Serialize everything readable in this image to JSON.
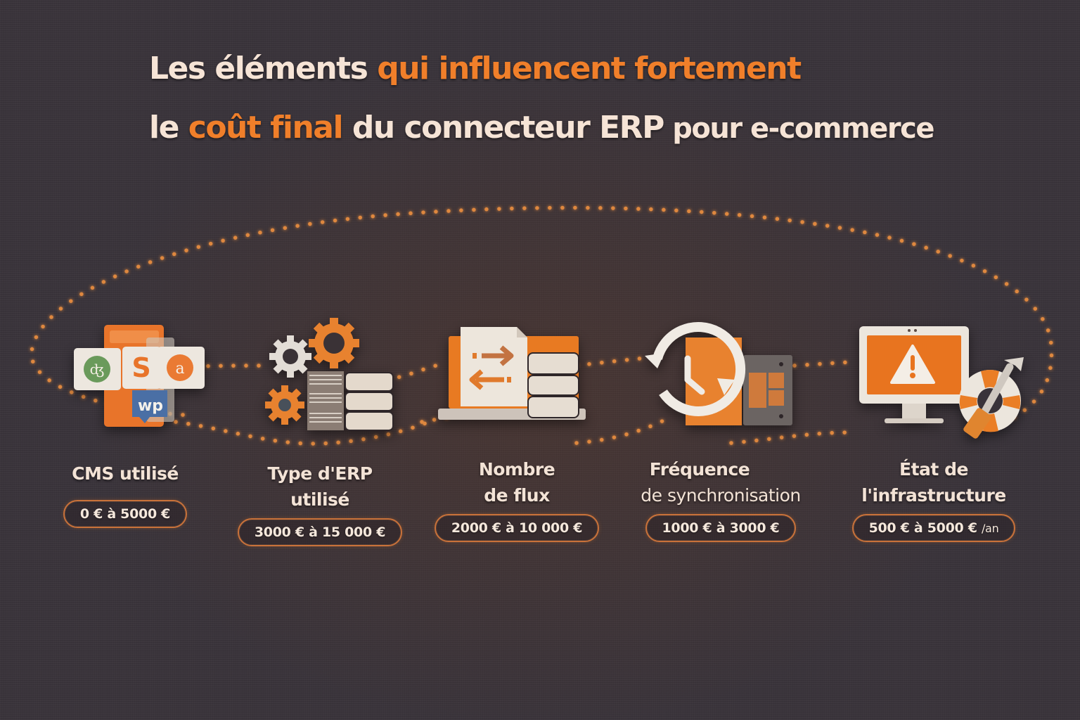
{
  "title": {
    "line1": {
      "plain": "Les éléments ",
      "accent": "qui influencent fortement"
    },
    "line2": {
      "plain_start": "le ",
      "accent": "coût final",
      "plain_mid": " du connecteur ",
      "plain_erp": "ERP",
      "plain_end": " pour e-commerce"
    }
  },
  "colors": {
    "background": "#39333a",
    "accent": "#f07f2a",
    "text": "#f6e4d6",
    "dots": "#f0913f"
  },
  "factors": [
    {
      "icon": "cms-logos-icon",
      "icon_badges": [
        "ʤ",
        "S",
        "a",
        "wp"
      ],
      "label_line1": "CMS utilisé",
      "label_line2": "",
      "price": "0 € à 5000 €",
      "price_suffix": ""
    },
    {
      "icon": "gears-database-icon",
      "label_line1": "Type d'ERP",
      "label_line2": "utilisé",
      "price": "3000 € à 15 000 €",
      "price_suffix": ""
    },
    {
      "icon": "data-flow-exchange-icon",
      "label_line1": "Nombre",
      "label_line2": "de flux",
      "price": "2000 € à 10 000 €",
      "price_suffix": ""
    },
    {
      "icon": "sync-clock-icon",
      "label_line1": "Fréquence",
      "label_line2": "de synchronisation",
      "price": "1000 € à 3000 €",
      "price_suffix": ""
    },
    {
      "icon": "infrastructure-warning-icon",
      "label_line1": "État de",
      "label_line2": "l'infrastructure",
      "price": "500 € à 5000 €",
      "price_suffix": "/an"
    }
  ]
}
